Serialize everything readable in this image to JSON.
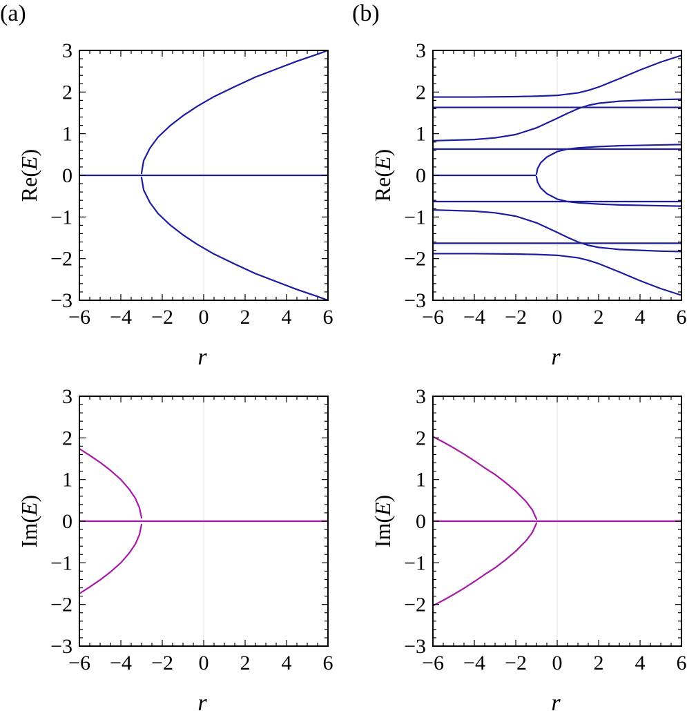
{
  "colors": {
    "re_curve": "#1c1c9e",
    "im_curve": "#a51aa8",
    "frame": "#000000",
    "zero_line": "#e0e0e0"
  },
  "chart_data": [
    {
      "id": "a-re",
      "panel_label": "(a)",
      "type": "line",
      "xlabel": "r",
      "ylabel_prefix": "Re(",
      "ylabel_var": "E",
      "ylabel_suffix": ")",
      "xlim": [
        -6,
        6
      ],
      "ylim": [
        -3,
        3
      ],
      "x_ticks": [
        -6,
        -4,
        -2,
        0,
        2,
        4,
        6
      ],
      "y_ticks": [
        -3,
        -2,
        -1,
        0,
        1,
        2,
        3
      ],
      "color_key": "re_curve",
      "series": [
        {
          "x": [
            -6,
            6
          ],
          "y": [
            0,
            0
          ]
        },
        {
          "x": [
            -3,
            -2.9,
            -2.6,
            -2.2,
            -1.6,
            -1,
            -0.3,
            0.5,
            1.5,
            2.5,
            3.5,
            4.5,
            5.5,
            6
          ],
          "y": [
            0.05,
            0.35,
            0.65,
            0.92,
            1.2,
            1.43,
            1.66,
            1.89,
            2.13,
            2.36,
            2.55,
            2.74,
            2.91,
            3
          ]
        },
        {
          "x": [
            -3,
            -2.9,
            -2.6,
            -2.2,
            -1.6,
            -1,
            -0.3,
            0.5,
            1.5,
            2.5,
            3.5,
            4.5,
            5.5,
            6
          ],
          "y": [
            -0.05,
            -0.35,
            -0.65,
            -0.92,
            -1.2,
            -1.43,
            -1.66,
            -1.89,
            -2.13,
            -2.36,
            -2.55,
            -2.74,
            -2.91,
            -3
          ]
        }
      ]
    },
    {
      "id": "b-re",
      "panel_label": "(b)",
      "type": "line",
      "xlabel": "r",
      "ylabel_prefix": "Re(",
      "ylabel_var": "E",
      "ylabel_suffix": ")",
      "xlim": [
        -6,
        6
      ],
      "ylim": [
        -3,
        3
      ],
      "x_ticks": [
        -6,
        -4,
        -2,
        0,
        2,
        4,
        6
      ],
      "y_ticks": [
        -3,
        -2,
        -1,
        0,
        1,
        2,
        3
      ],
      "color_key": "re_curve",
      "series": [
        {
          "x": [
            -6,
            -4,
            -2,
            -1,
            0,
            1,
            1.5,
            2,
            3,
            4,
            5,
            6
          ],
          "y": [
            1.88,
            1.88,
            1.89,
            1.9,
            1.92,
            1.98,
            2.04,
            2.12,
            2.32,
            2.53,
            2.72,
            2.88
          ]
        },
        {
          "x": [
            -6,
            6
          ],
          "y": [
            1.63,
            1.63
          ]
        },
        {
          "x": [
            -6,
            -4,
            -3,
            -2,
            -1,
            0,
            0.5,
            1,
            1.5,
            2,
            3,
            4,
            5,
            6
          ],
          "y": [
            0.83,
            0.86,
            0.9,
            0.98,
            1.14,
            1.37,
            1.49,
            1.6,
            1.68,
            1.73,
            1.78,
            1.8,
            1.82,
            1.83
          ]
        },
        {
          "x": [
            -6,
            6
          ],
          "y": [
            0.63,
            0.63
          ]
        },
        {
          "x": [
            -6,
            -1.05
          ],
          "y": [
            0,
            0
          ]
        },
        {
          "x": [
            -1,
            -0.95,
            -0.8,
            -0.5,
            0,
            0.5,
            1,
            2,
            3,
            4,
            5,
            6
          ],
          "y": [
            0.03,
            0.16,
            0.3,
            0.44,
            0.57,
            0.63,
            0.66,
            0.69,
            0.71,
            0.72,
            0.73,
            0.74
          ]
        },
        {
          "x": [
            -1,
            -0.95,
            -0.8,
            -0.5,
            0,
            0.5,
            1,
            2,
            3,
            4,
            5,
            6
          ],
          "y": [
            -0.03,
            -0.16,
            -0.3,
            -0.44,
            -0.57,
            -0.63,
            -0.66,
            -0.69,
            -0.71,
            -0.72,
            -0.73,
            -0.74
          ]
        },
        {
          "x": [
            -6,
            6
          ],
          "y": [
            -0.63,
            -0.63
          ]
        },
        {
          "x": [
            -6,
            -4,
            -3,
            -2,
            -1,
            0,
            0.5,
            1,
            1.5,
            2,
            3,
            4,
            5,
            6
          ],
          "y": [
            -0.83,
            -0.86,
            -0.9,
            -0.98,
            -1.14,
            -1.37,
            -1.49,
            -1.6,
            -1.68,
            -1.73,
            -1.78,
            -1.8,
            -1.82,
            -1.83
          ]
        },
        {
          "x": [
            -6,
            6
          ],
          "y": [
            -1.63,
            -1.63
          ]
        },
        {
          "x": [
            -6,
            -4,
            -2,
            -1,
            0,
            1,
            1.5,
            2,
            3,
            4,
            5,
            6
          ],
          "y": [
            -1.88,
            -1.88,
            -1.89,
            -1.9,
            -1.92,
            -1.98,
            -2.04,
            -2.12,
            -2.32,
            -2.53,
            -2.72,
            -2.88
          ]
        }
      ]
    },
    {
      "id": "a-im",
      "panel_label": "",
      "type": "line",
      "xlabel": "r",
      "ylabel_prefix": "Im(",
      "ylabel_var": "E",
      "ylabel_suffix": ")",
      "xlim": [
        -6,
        6
      ],
      "ylim": [
        -3,
        3
      ],
      "x_ticks": [
        -6,
        -4,
        -2,
        0,
        2,
        4,
        6
      ],
      "y_ticks": [
        -3,
        -2,
        -1,
        0,
        1,
        2,
        3
      ],
      "color_key": "im_curve",
      "series": [
        {
          "x": [
            -6,
            6
          ],
          "y": [
            0,
            0
          ]
        },
        {
          "x": [
            -6,
            -5.5,
            -5,
            -4.5,
            -4,
            -3.6,
            -3.3,
            -3.1,
            -3
          ],
          "y": [
            1.74,
            1.58,
            1.41,
            1.22,
            1.0,
            0.77,
            0.55,
            0.32,
            0.08
          ]
        },
        {
          "x": [
            -6,
            -5.5,
            -5,
            -4.5,
            -4,
            -3.6,
            -3.3,
            -3.1,
            -3
          ],
          "y": [
            -1.74,
            -1.58,
            -1.41,
            -1.22,
            -1.0,
            -0.77,
            -0.55,
            -0.32,
            -0.08
          ]
        }
      ]
    },
    {
      "id": "b-im",
      "panel_label": "",
      "type": "line",
      "xlabel": "r",
      "ylabel_prefix": "Im(",
      "ylabel_var": "E",
      "ylabel_suffix": ")",
      "xlim": [
        -6,
        6
      ],
      "ylim": [
        -3,
        3
      ],
      "x_ticks": [
        -6,
        -4,
        -2,
        0,
        2,
        4,
        6
      ],
      "y_ticks": [
        -3,
        -2,
        -1,
        0,
        1,
        2,
        3
      ],
      "color_key": "im_curve",
      "series": [
        {
          "x": [
            -6,
            6
          ],
          "y": [
            0,
            0
          ]
        },
        {
          "x": [
            -6,
            -5.5,
            -5,
            -4.5,
            -4,
            -3.5,
            -3,
            -2.5,
            -2,
            -1.5,
            -1.2,
            -1.0
          ],
          "y": [
            2.03,
            1.9,
            1.76,
            1.61,
            1.45,
            1.28,
            1.12,
            0.93,
            0.72,
            0.47,
            0.27,
            0.05
          ]
        },
        {
          "x": [
            -6,
            -5.5,
            -5,
            -4.5,
            -4,
            -3.5,
            -3,
            -2.5,
            -2,
            -1.5,
            -1.2,
            -1.0
          ],
          "y": [
            -2.03,
            -1.9,
            -1.76,
            -1.61,
            -1.45,
            -1.28,
            -1.12,
            -0.93,
            -0.72,
            -0.47,
            -0.27,
            -0.05
          ]
        }
      ]
    }
  ]
}
